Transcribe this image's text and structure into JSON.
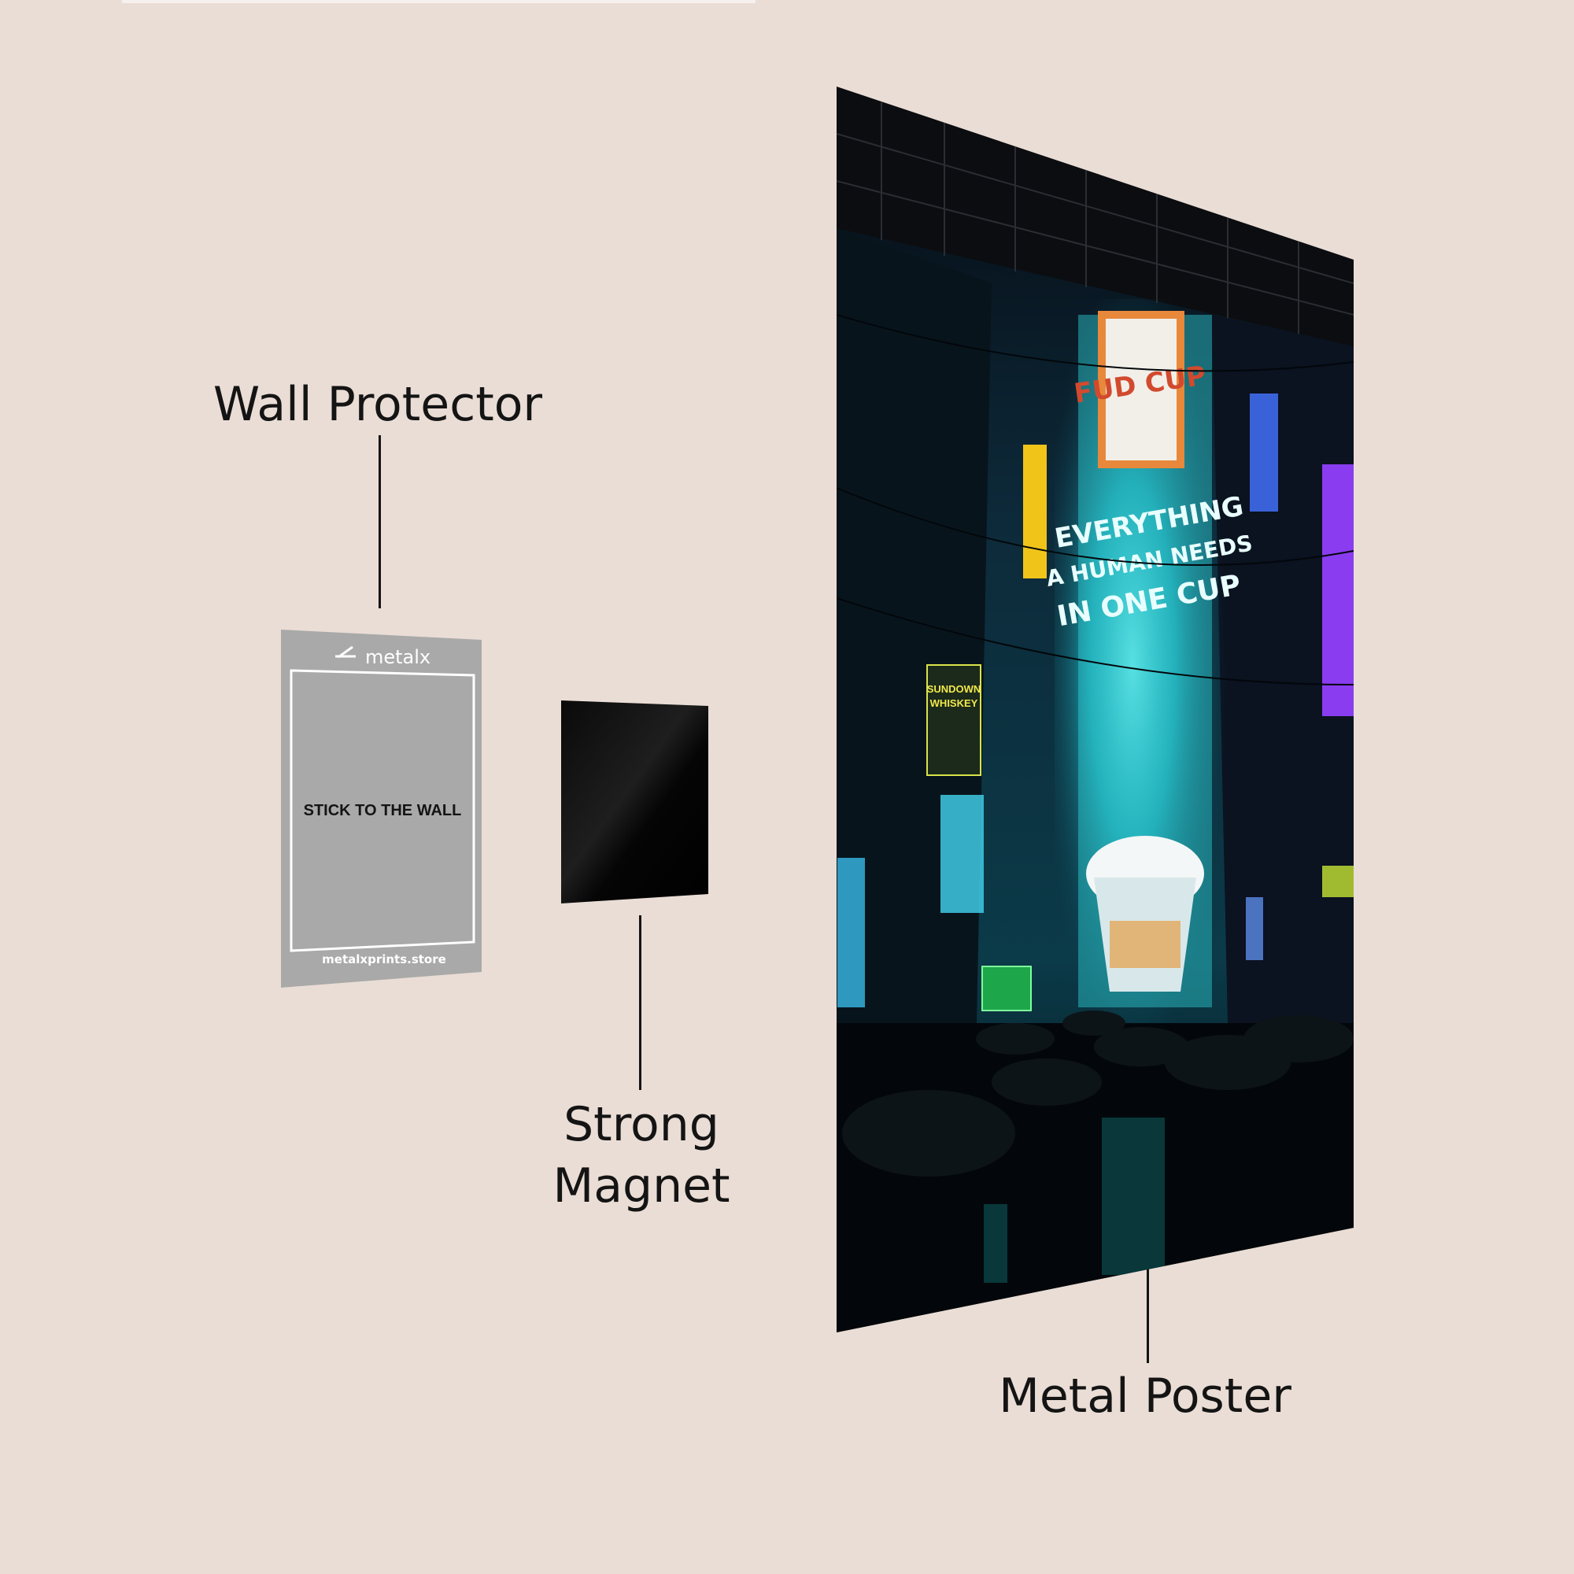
{
  "labels": {
    "wall_protector": "Wall Protector",
    "strong_magnet_line1": "Strong",
    "strong_magnet_line2": "Magnet",
    "metal_poster": "Metal Poster"
  },
  "protector_card": {
    "brand": "metalx",
    "instruction": "STICK TO THE WALL",
    "url": "metalxprints.store"
  },
  "poster_signs": {
    "cup_brand": "FUD CUP",
    "slogan_line1": "EVERYTHING",
    "slogan_line2": "A HUMAN NEEDS",
    "slogan_line3": "IN ONE CUP",
    "whiskey_line1": "SUNDOWN",
    "whiskey_line2": "WHISKEY"
  },
  "colors": {
    "background": "#eaddd5",
    "text": "#141414",
    "protector_gray": "#a9a9a9",
    "magnet_black": "#050505",
    "neon_cyan": "#38e6e6",
    "neon_purple": "#8a3cf0"
  }
}
